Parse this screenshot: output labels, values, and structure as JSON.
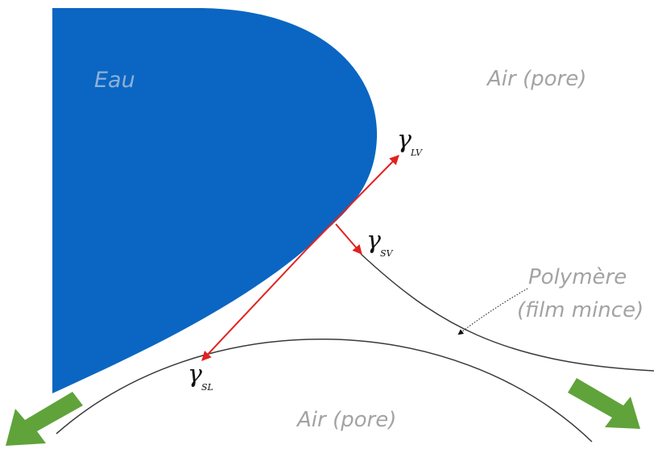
{
  "labels": {
    "water": "Eau",
    "air_top": "Air (pore)",
    "air_bottom": "Air (pore)",
    "polymer_line1": "Polymère",
    "polymer_line2": "(film mince)"
  },
  "tensions": {
    "lv": {
      "symbol": "γ",
      "subscript": "LV"
    },
    "sv": {
      "symbol": "γ",
      "subscript": "SV"
    },
    "sl": {
      "symbol": "γ",
      "subscript": "SL"
    }
  },
  "colors": {
    "water": "#0a66c2",
    "vector": "#e0221f",
    "flow_arrow": "#5fa33a",
    "film": "#3a3a3a",
    "label": "#a3a3a3"
  }
}
